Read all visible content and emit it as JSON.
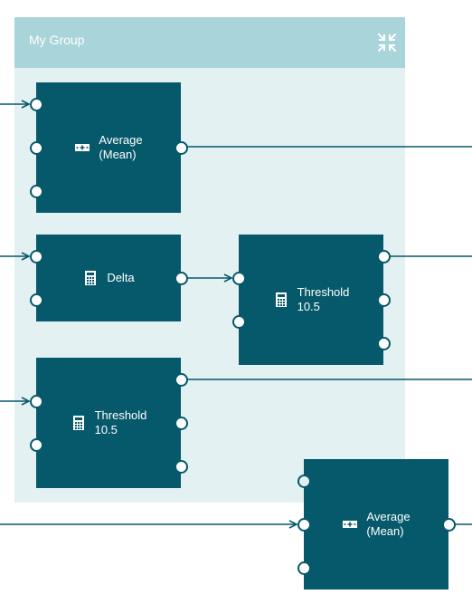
{
  "colors": {
    "node": "#06596b",
    "group_bg": "#e4f1f3",
    "group_header": "#a9d4d9",
    "wire": "#06596b"
  },
  "group": {
    "title": "My Group",
    "collapse_icon": "collapse-arrows-icon"
  },
  "nodes": [
    {
      "id": "average-mean-1",
      "label": "Average\n(Mean)",
      "icon": "average-icon"
    },
    {
      "id": "delta",
      "label": "Delta",
      "icon": "calculator-icon"
    },
    {
      "id": "threshold-1",
      "label": "Threshold\n10.5",
      "icon": "calculator-icon"
    },
    {
      "id": "threshold-2",
      "label": "Threshold\n10.5",
      "icon": "calculator-icon"
    },
    {
      "id": "average-mean-2",
      "label": "Average\n(Mean)",
      "icon": "average-icon"
    }
  ]
}
